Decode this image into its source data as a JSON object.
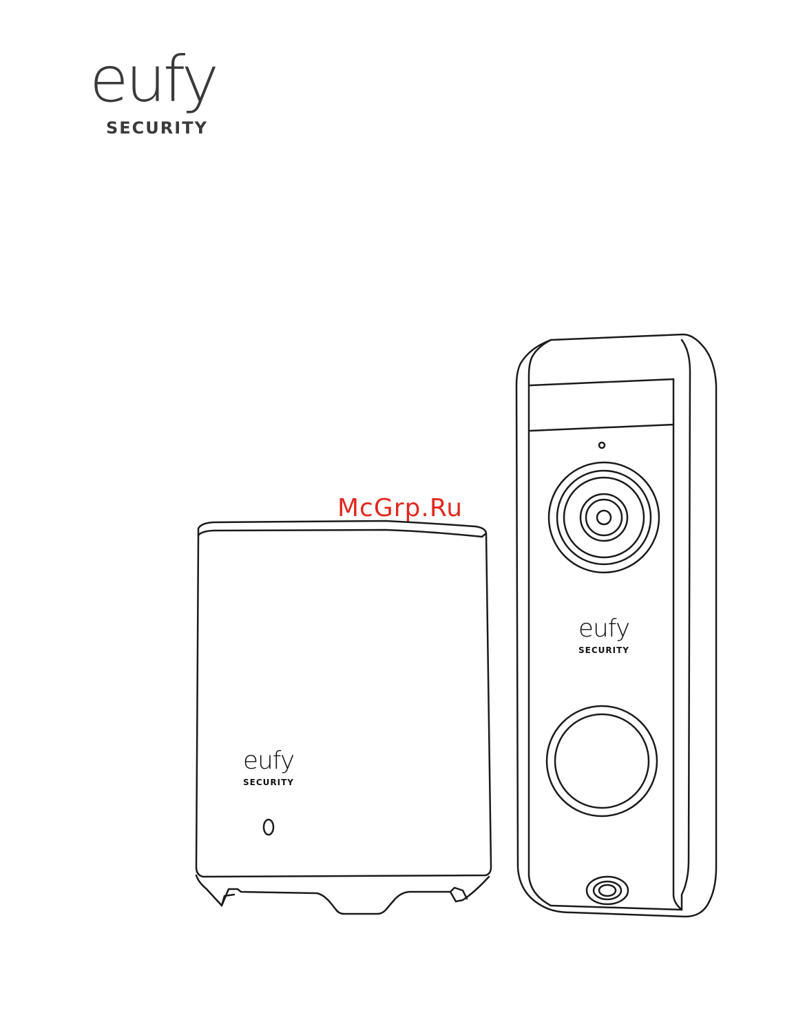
{
  "brand": {
    "wordmark": "eufy",
    "subtitle": "SECURITY",
    "color": "#3a3a3c"
  },
  "watermark": {
    "text": "McGrp.Ru",
    "color": "#e0281f"
  },
  "homebase": {
    "logo_wordmark": "eufy",
    "logo_subtitle": "SECURITY"
  },
  "doorbell": {
    "logo_wordmark": "eufy",
    "logo_subtitle": "SECURITY"
  }
}
